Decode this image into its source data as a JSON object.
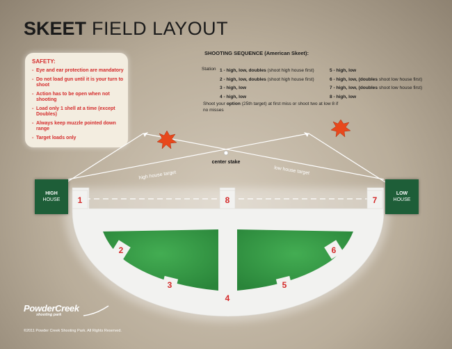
{
  "title": {
    "bold": "SKEET",
    "rest": "FIELD LAYOUT"
  },
  "safety": {
    "heading": "SAFETY:",
    "items": [
      "Eye and ear protection are mandatory",
      "Do not load gun until it is your turn to shoot",
      "Action has to be open when not shooting",
      "Load only 1 shell at a time (except Doubles)",
      "Always keep muzzle pointed down range",
      "Target loads only"
    ]
  },
  "sequence": {
    "title": "SHOOTING SEQUENCE (American Skeet):",
    "label": "Station",
    "left": [
      {
        "num": "1",
        "main": " - high, low, doubles",
        "note": " (shoot high house first)"
      },
      {
        "num": "2",
        "main": " - high, low, doubles",
        "note": " (shoot high house first)"
      },
      {
        "num": "3",
        "main": " - high, low",
        "note": ""
      },
      {
        "num": "4",
        "main": " - high, low",
        "note": ""
      }
    ],
    "right": [
      {
        "num": "5",
        "main": " - high, low",
        "note": "",
        "tail": ""
      },
      {
        "num": "6",
        "main": " - high, low, (doubles",
        "note": " shoot low house first)",
        "tail": ""
      },
      {
        "num": "7",
        "main": " - high, low, (doubles",
        "note": " shoot low house first)",
        "tail": ""
      },
      {
        "num": "8",
        "main": " - high, low",
        "note": "",
        "tail": ""
      }
    ],
    "note_pre": "Shoot your ",
    "note_bold": "option",
    "note_post": " (25th target) at first miss or shoot two at low 8 if no misses"
  },
  "houses": {
    "high": {
      "main": "HIGH",
      "sub": "HOUSE"
    },
    "low": {
      "main": "LOW",
      "sub": "HOUSE"
    }
  },
  "field": {
    "center_stake": "center stake",
    "high_house_target": "high house target",
    "low_house_target": "low house target",
    "stations": [
      "1",
      "2",
      "3",
      "4",
      "5",
      "6",
      "7",
      "8"
    ],
    "colors": {
      "grass": "#2e9b3f",
      "path": "#f2f2f0",
      "station_number": "#d42a2a",
      "target": "#e8481c"
    }
  },
  "logo": {
    "brand": "PowderCreek",
    "sub": "shooting park"
  },
  "copyright": "©2011 Powder Creek Shooting Park. All Rights Reserved."
}
